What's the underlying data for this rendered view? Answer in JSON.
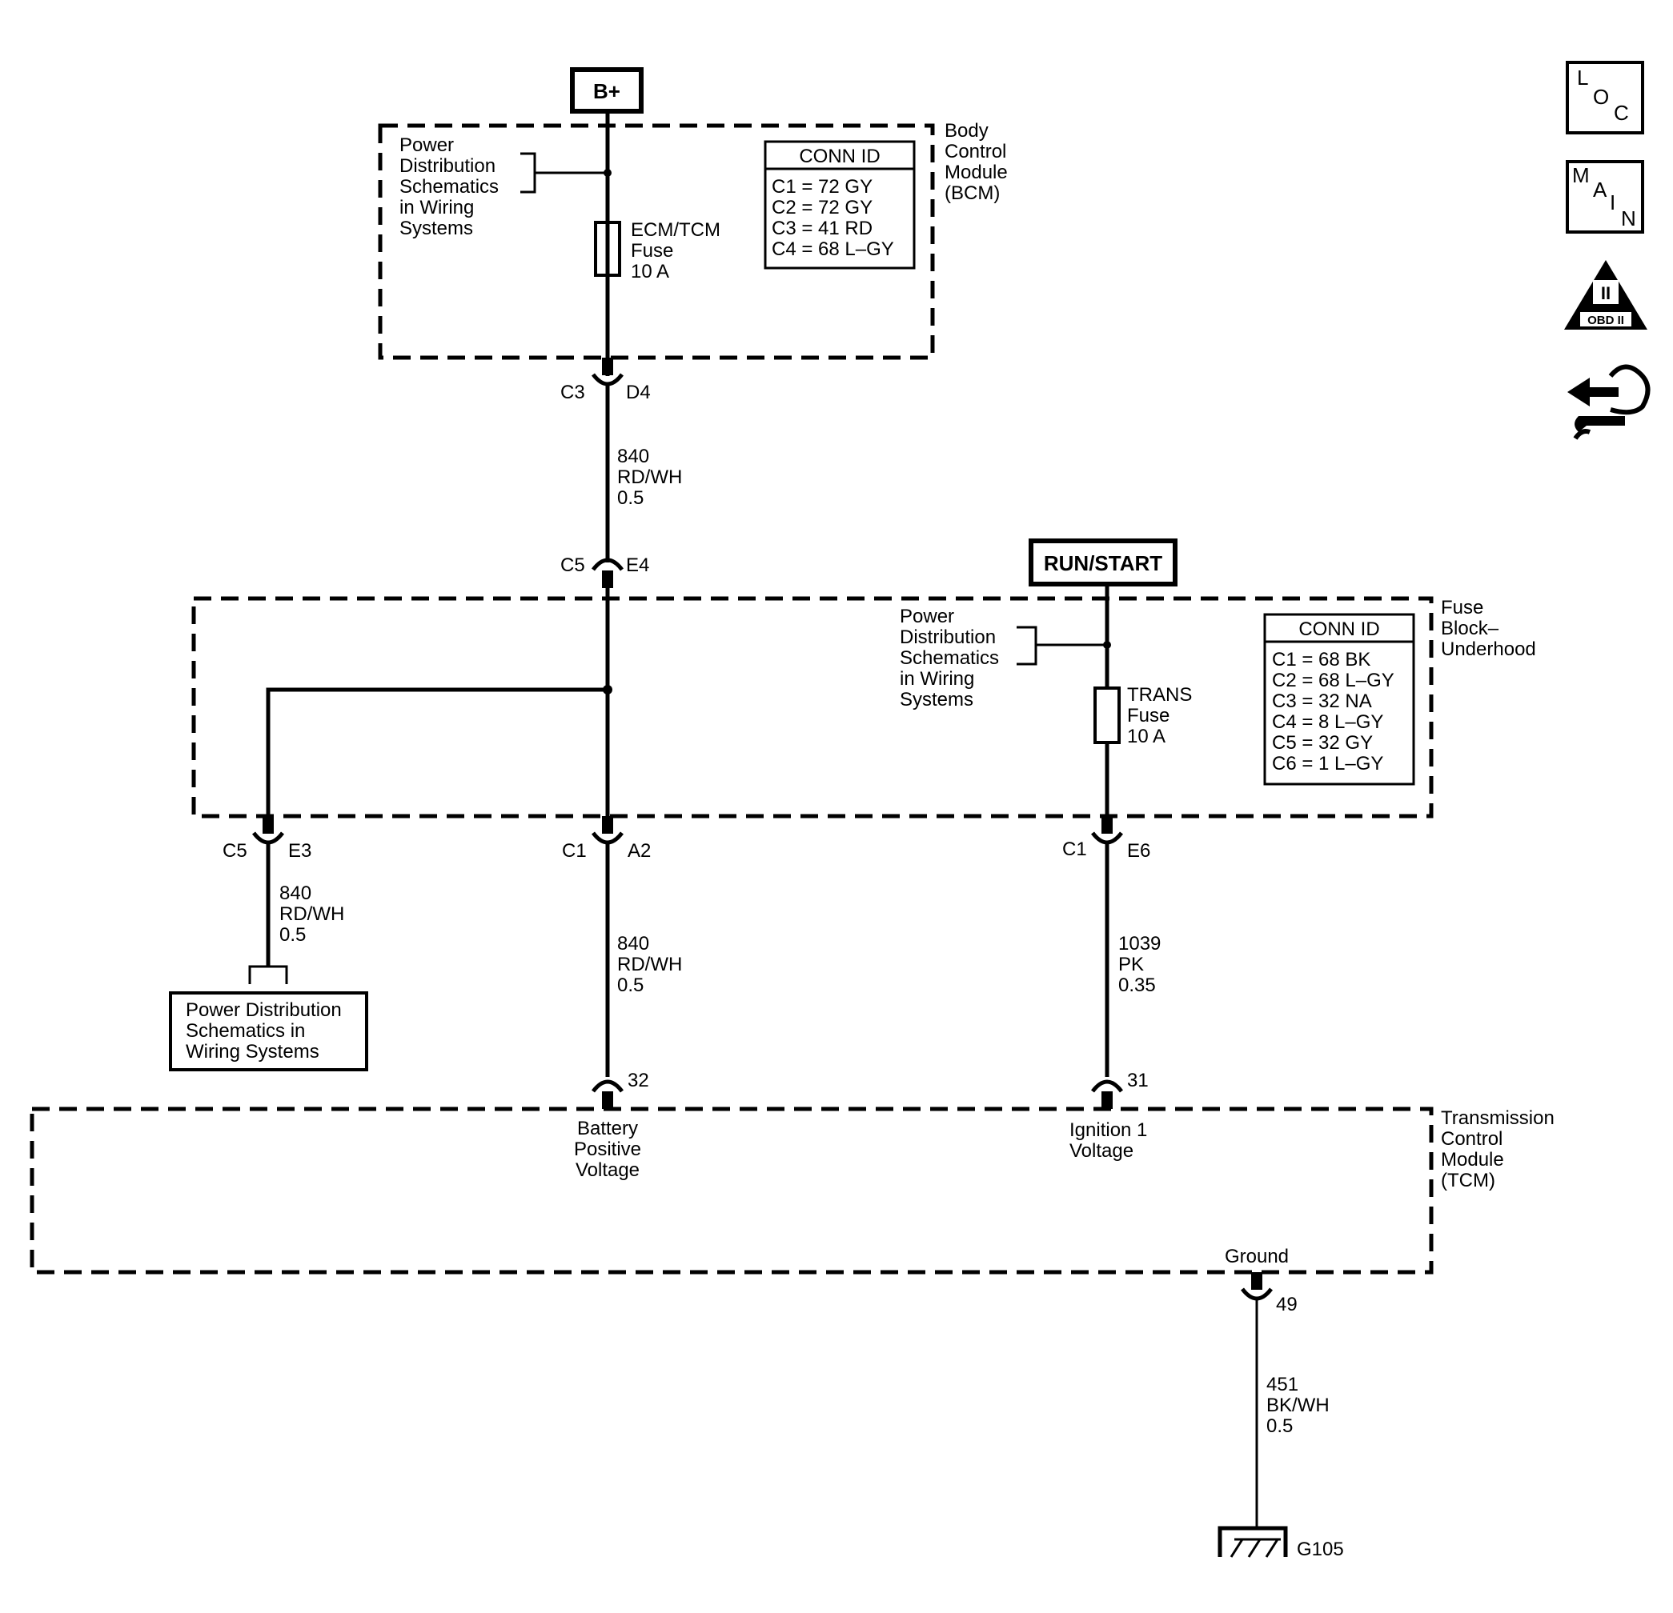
{
  "sources": {
    "bplus": "B+",
    "runstart": "RUN/START"
  },
  "bcm": {
    "name": [
      "Body",
      "Control",
      "Module",
      "(BCM)"
    ],
    "power_ref": [
      "Power",
      "Distribution",
      "Schematics",
      "in Wiring",
      "Systems"
    ],
    "fuse": [
      "ECM/TCM",
      "Fuse",
      "10 A"
    ],
    "conn_title": "CONN ID",
    "conn": [
      "C1 = 72 GY",
      "C2 = 72 GY",
      "C3 = 41 RD",
      "C4 = 68 L–GY"
    ]
  },
  "fuseblock": {
    "name": [
      "Fuse",
      "Block–",
      "Underhood"
    ],
    "power_ref": [
      "Power",
      "Distribution",
      "Schematics",
      "in Wiring",
      "Systems"
    ],
    "fuse": [
      "TRANS",
      "Fuse",
      "10 A"
    ],
    "conn_title": "CONN ID",
    "conn": [
      "C1 = 68 BK",
      "C2 = 68 L–GY",
      "C3 = 32 NA",
      "C4 = 8 L–GY",
      "C5 = 32 GY",
      "C6 = 1 L–GY"
    ]
  },
  "tcm": {
    "name": [
      "Transmission",
      "Control",
      "Module",
      "(TCM)"
    ],
    "batt": [
      "Battery",
      "Positive",
      "Voltage"
    ],
    "ign": [
      "Ignition 1",
      "Voltage"
    ],
    "ground": "Ground"
  },
  "connectors": {
    "bcm_out": [
      "C3",
      "D4"
    ],
    "fb_in": [
      "C5",
      "E4"
    ],
    "fb_out_left": [
      "C5",
      "E3"
    ],
    "fb_out_mid": [
      "C1",
      "A2"
    ],
    "fb_out_right": [
      "C1",
      "E6"
    ],
    "tcm_batt": "32",
    "tcm_ign": "31",
    "tcm_gnd": "49"
  },
  "wires": {
    "w1": [
      "840",
      "RD/WH",
      "0.5"
    ],
    "w2": [
      "840",
      "RD/WH",
      "0.5"
    ],
    "w3": [
      "840",
      "RD/WH",
      "0.5"
    ],
    "w4": [
      "1039",
      "PK",
      "0.35"
    ],
    "w5": [
      "451",
      "BK/WH",
      "0.5"
    ]
  },
  "power_dist_box": [
    "Power Distribution",
    "Schematics in",
    "Wiring Systems"
  ],
  "ground_id": "G105",
  "icons": {
    "loc": [
      "L",
      "O",
      "C"
    ],
    "main": [
      "M",
      "A",
      "I",
      "N"
    ],
    "obd": [
      "II",
      "OBD II"
    ],
    "names": [
      "loc-icon",
      "main-icon",
      "obd-ii-icon",
      "hand-wrench-icon"
    ]
  }
}
